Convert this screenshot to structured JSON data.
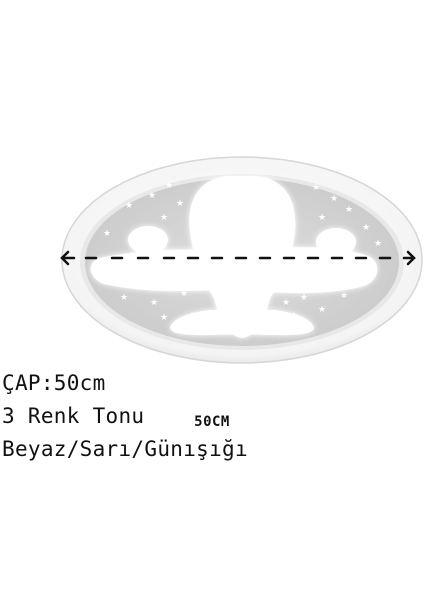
{
  "image": {
    "subject": "ceiling-lamp",
    "dimension_label": "50CM",
    "colors": {
      "frame": "#f7f7f7",
      "panel": "#d4d4d4",
      "airplane": "#ffffff",
      "stars": "#ffffff",
      "text": "#111111"
    }
  },
  "specs": {
    "diameter": "ÇAP:50cm",
    "color_tones": "3 Renk Tonu",
    "color_names": "Beyaz/Sarı/Günışığı"
  }
}
